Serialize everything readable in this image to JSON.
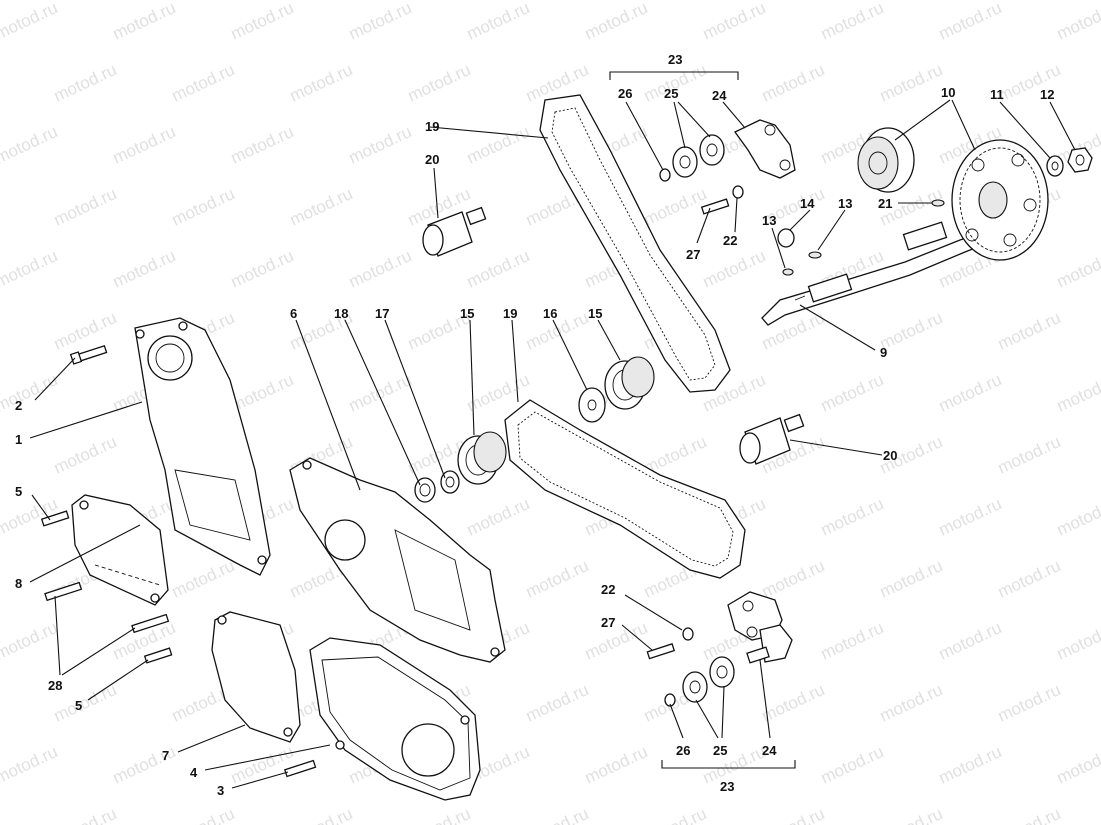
{
  "watermark": "motod.ru",
  "labels": {
    "l1": "1",
    "l2": "2",
    "l3": "3",
    "l4": "4",
    "l5a": "5",
    "l5b": "5",
    "l6": "6",
    "l7": "7",
    "l8": "8",
    "l9": "9",
    "l10": "10",
    "l11": "11",
    "l12": "12",
    "l13a": "13",
    "l13b": "13",
    "l14": "14",
    "l15a": "15",
    "l15b": "15",
    "l16": "16",
    "l17": "17",
    "l18": "18",
    "l19a": "19",
    "l19b": "19",
    "l20a": "20",
    "l20b": "20",
    "l21": "21",
    "l22a": "22",
    "l22b": "22",
    "l23a": "23",
    "l23b": "23",
    "l24a": "24",
    "l24b": "24",
    "l25a": "25",
    "l25b": "25",
    "l26a": "26",
    "l26b": "26",
    "l27a": "27",
    "l27b": "27",
    "l28": "28"
  }
}
